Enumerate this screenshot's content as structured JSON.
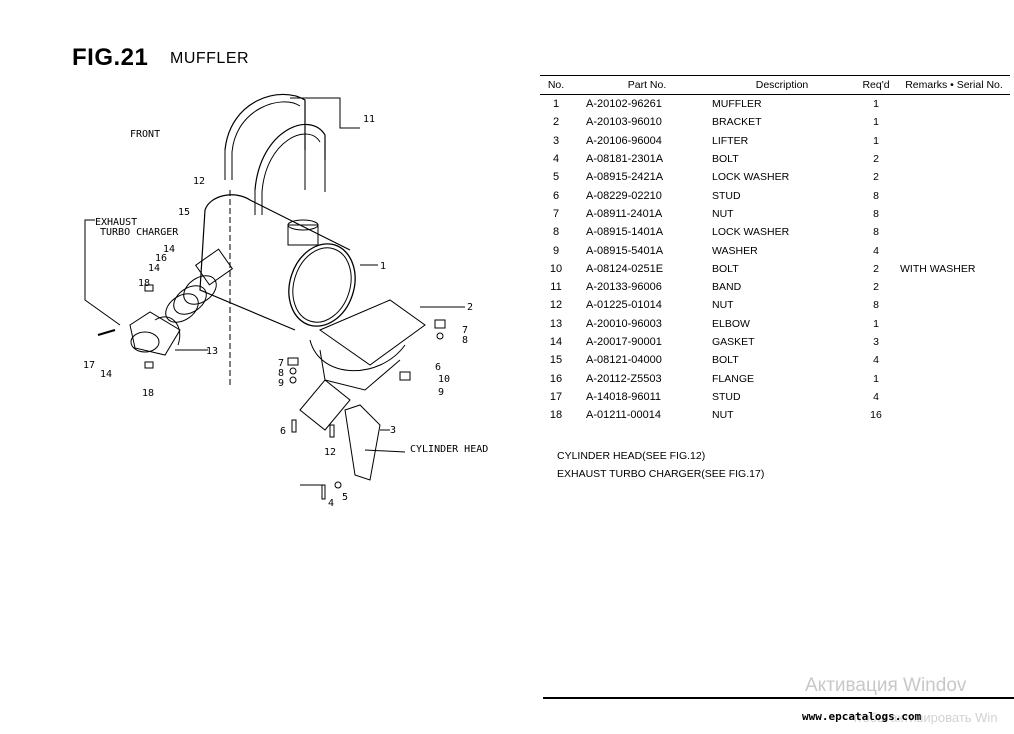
{
  "header": {
    "fig_label": "FIG.21",
    "fig_name": "MUFFLER"
  },
  "diagram": {
    "labels": {
      "front": "FRONT",
      "exhaust_turbo": "EXHAUST",
      "exhaust_turbo2": "TURBO CHARGER",
      "cylinder_head": "CYLINDER HEAD"
    },
    "callouts": [
      "11",
      "12",
      "15",
      "14",
      "16",
      "14",
      "18",
      "17",
      "14",
      "18",
      "13",
      "1",
      "2",
      "7",
      "8",
      "7",
      "8",
      "9",
      "6",
      "10",
      "9",
      "6",
      "3",
      "12",
      "4",
      "5"
    ]
  },
  "table": {
    "headers": [
      "No.",
      "Part No.",
      "Description",
      "Req'd",
      "Remarks • Serial No."
    ],
    "rows": [
      [
        "1",
        "A-20102-96261",
        "MUFFLER",
        "1",
        ""
      ],
      [
        "2",
        "A-20103-96010",
        "BRACKET",
        "1",
        ""
      ],
      [
        "3",
        "A-20106-96004",
        "LIFTER",
        "1",
        ""
      ],
      [
        "4",
        "A-08181-2301A",
        "BOLT",
        "2",
        ""
      ],
      [
        "5",
        "A-08915-2421A",
        "LOCK WASHER",
        "2",
        ""
      ],
      [
        "6",
        "A-08229-02210",
        "STUD",
        "8",
        ""
      ],
      [
        "7",
        "A-08911-2401A",
        "NUT",
        "8",
        ""
      ],
      [
        "8",
        "A-08915-1401A",
        "LOCK WASHER",
        "8",
        ""
      ],
      [
        "9",
        "A-08915-5401A",
        "WASHER",
        "4",
        ""
      ],
      [
        "10",
        "A-08124-0251E",
        "BOLT",
        "2",
        "WITH WASHER"
      ],
      [
        "11",
        "A-20133-96006",
        "BAND",
        "2",
        ""
      ],
      [
        "12",
        "A-01225-01014",
        "NUT",
        "8",
        ""
      ],
      [
        "13",
        "A-20010-96003",
        "ELBOW",
        "1",
        ""
      ],
      [
        "14",
        "A-20017-90001",
        "GASKET",
        "3",
        ""
      ],
      [
        "15",
        "A-08121-04000",
        "BOLT",
        "4",
        ""
      ],
      [
        "16",
        "A-20112-Z5503",
        "FLANGE",
        "1",
        ""
      ],
      [
        "17",
        "A-14018-96011",
        "STUD",
        "4",
        ""
      ],
      [
        "18",
        "A-01211-00014",
        "NUT",
        "16",
        ""
      ]
    ]
  },
  "notes": [
    "CYLINDER HEAD(SEE FIG.12)",
    "EXHAUST TURBO CHARGER(SEE FIG.17)"
  ],
  "footer": {
    "url": "www.epcatalogs.com",
    "watermark": "Активация Windov",
    "watermark2": "чтобы активировать Win"
  }
}
